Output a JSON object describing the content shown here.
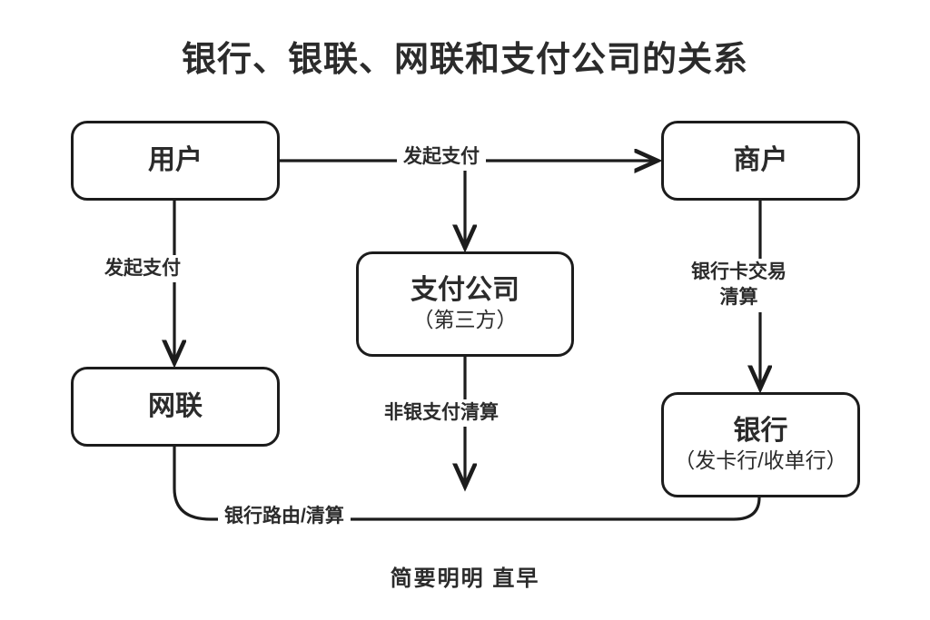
{
  "diagram": {
    "title": "银行、银联、网联和支付公司的关系",
    "footer": "简要明明  直早",
    "nodes": {
      "user": {
        "label": "用户"
      },
      "merchant": {
        "label": "商户"
      },
      "psp": {
        "label": "支付公司",
        "sublabel": "（第三方）"
      },
      "nuc": {
        "label": "网联"
      },
      "bank": {
        "label": "银行",
        "sublabel": "（发卡行/收单行）"
      }
    },
    "edges": {
      "user_to_merchant": {
        "label": "发起支付"
      },
      "user_to_nuc": {
        "label": "发起支付"
      },
      "merchant_to_bank_line1": {
        "label": "银行卡交易"
      },
      "merchant_to_bank_line2": {
        "label": "清算"
      },
      "psp_down": {
        "label": "非银支付清算"
      },
      "nuc_to_bank": {
        "label": "银行路由/清算"
      }
    },
    "colors": {
      "ink": "#2b2b2b",
      "stroke": "#1c1c1c",
      "background": "#ffffff"
    }
  }
}
